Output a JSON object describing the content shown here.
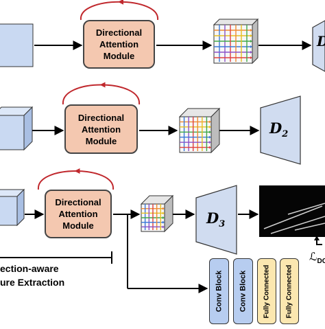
{
  "rows": [
    {
      "module_line1": "Directional",
      "module_line2": "Attention",
      "module_line3": "Module",
      "decoder": "D",
      "decoder_sub": ""
    },
    {
      "module_line1": "Directional",
      "module_line2": "Attention",
      "module_line3": "Module",
      "decoder": "D",
      "decoder_sub": "2"
    },
    {
      "module_line1": "Directional",
      "module_line2": "Attention",
      "module_line3": "Module",
      "decoder": "D",
      "decoder_sub": "3"
    }
  ],
  "feature_extraction": {
    "line1": "ection-aware",
    "line2": "ure Extraction"
  },
  "loss_label": "ℒ",
  "loss_sub": "DC",
  "classifier_blocks": [
    {
      "label": "Conv Block"
    },
    {
      "label": "Conv Block"
    },
    {
      "label": "Fully Connected"
    },
    {
      "label": "Fully Connected"
    }
  ],
  "colors": {
    "module_fill": "#f4c8b0",
    "cube_front": "#c9d9f2",
    "cube_top": "#dde8f8",
    "cube_side": "#a9bfe3",
    "decoder_fill": "#d0dcf0",
    "loop_arrow": "#c0282d",
    "conv_fill": "#b7cdf0",
    "fc_fill": "#fbe7b0",
    "grid_colors": [
      "#e04040",
      "#f08a30",
      "#e8c020",
      "#40a848",
      "#3a78d8",
      "#8a50c8"
    ]
  },
  "icons": [
    "loop-arrow-icon",
    "arrow-right-icon",
    "arrow-up-icon"
  ]
}
